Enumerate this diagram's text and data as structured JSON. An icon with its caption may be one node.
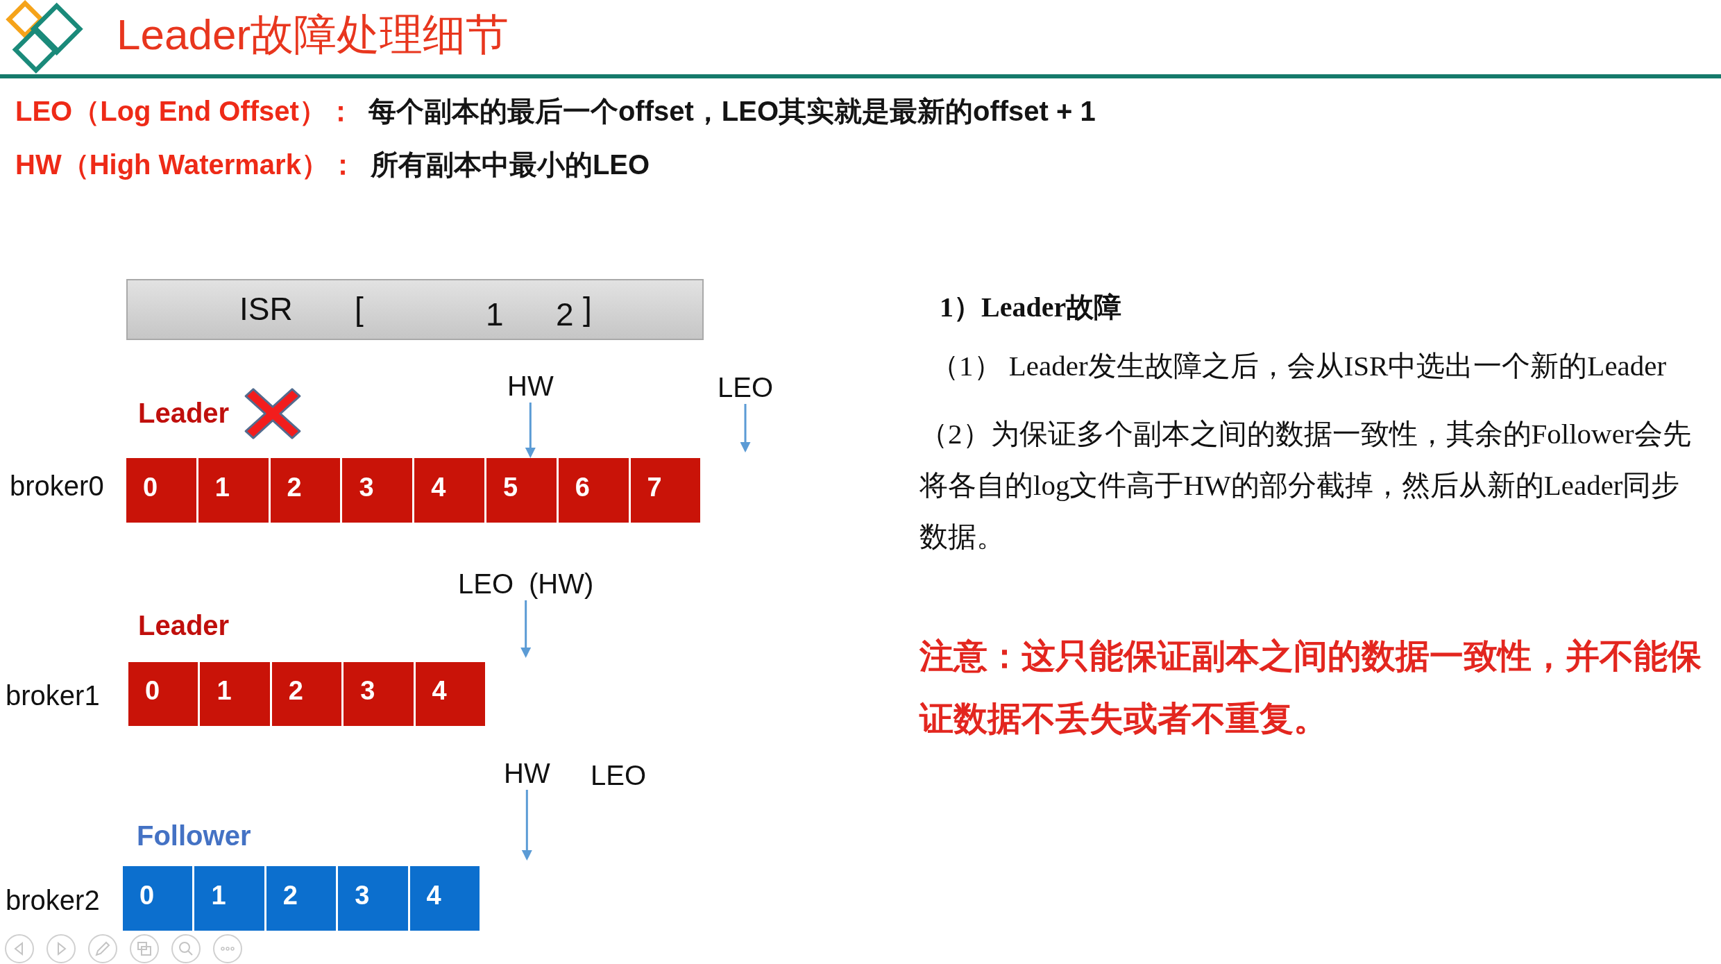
{
  "diagram": {
    "title": "Leader故障处理细节",
    "nodes": [
      {
        "text": [
          "ISR",
          "[",
          "1",
          "2",
          "]"
        ]
      },
      {
        "text": [
          "HW"
        ]
      },
      {
        "text": [
          "LEO"
        ]
      },
      {
        "text": [
          "0"
        ]
      },
      {
        "text": [
          "1"
        ]
      },
      {
        "text": [
          "2"
        ]
      },
      {
        "text": [
          "3"
        ]
      },
      {
        "text": [
          "4"
        ]
      },
      {
        "text": [
          "5"
        ]
      },
      {
        "text": [
          "6"
        ]
      },
      {
        "text": [
          "7"
        ]
      },
      {
        "text": [
          "LEO",
          "(HW)"
        ]
      },
      {
        "text": [
          "0"
        ]
      },
      {
        "text": [
          "1"
        ]
      },
      {
        "text": [
          "2"
        ]
      },
      {
        "text": [
          "3"
        ]
      },
      {
        "text": [
          "4"
        ]
      },
      {
        "text": [
          "HW"
        ]
      },
      {
        "text": [
          "0"
        ]
      },
      {
        "text": [
          "1"
        ]
      },
      {
        "text": [
          "2"
        ]
      },
      {
        "text": [
          "3"
        ]
      },
      {
        "text": [
          "4"
        ]
      }
    ],
    "edges": [
      {
        "from": 1,
        "to": 8,
        "arrow": "to"
      },
      {
        "from": 2,
        "to": null,
        "arrow": "to"
      },
      {
        "from": 11,
        "to": null,
        "arrow": "to"
      },
      {
        "from": 17,
        "to": null,
        "arrow": "to"
      }
    ],
    "labels": [
      "LEO（Log End Offset）：",
      "每个副本的最后一个offset，LEO其实就是最新的offset + 1",
      "HW（High Watermark）：",
      "所有副本中最小的LEO",
      "Leader",
      "broker0",
      "Leader",
      "broker1",
      "LEO",
      "Follower",
      "broker2",
      "1）Leader故障",
      "（1） Leader发生故障之后，会从ISR中选出一个新的Leader",
      "（2）为保证多个副本之间的数据一致性，其余的Follower会先将各自的log文件高于HW的部分截掉，然后从新的Leader同步数据。",
      "注意：这只能保证副本之间的数据一致性，并不能保证数据不丢失或者不重复。"
    ]
  }
}
